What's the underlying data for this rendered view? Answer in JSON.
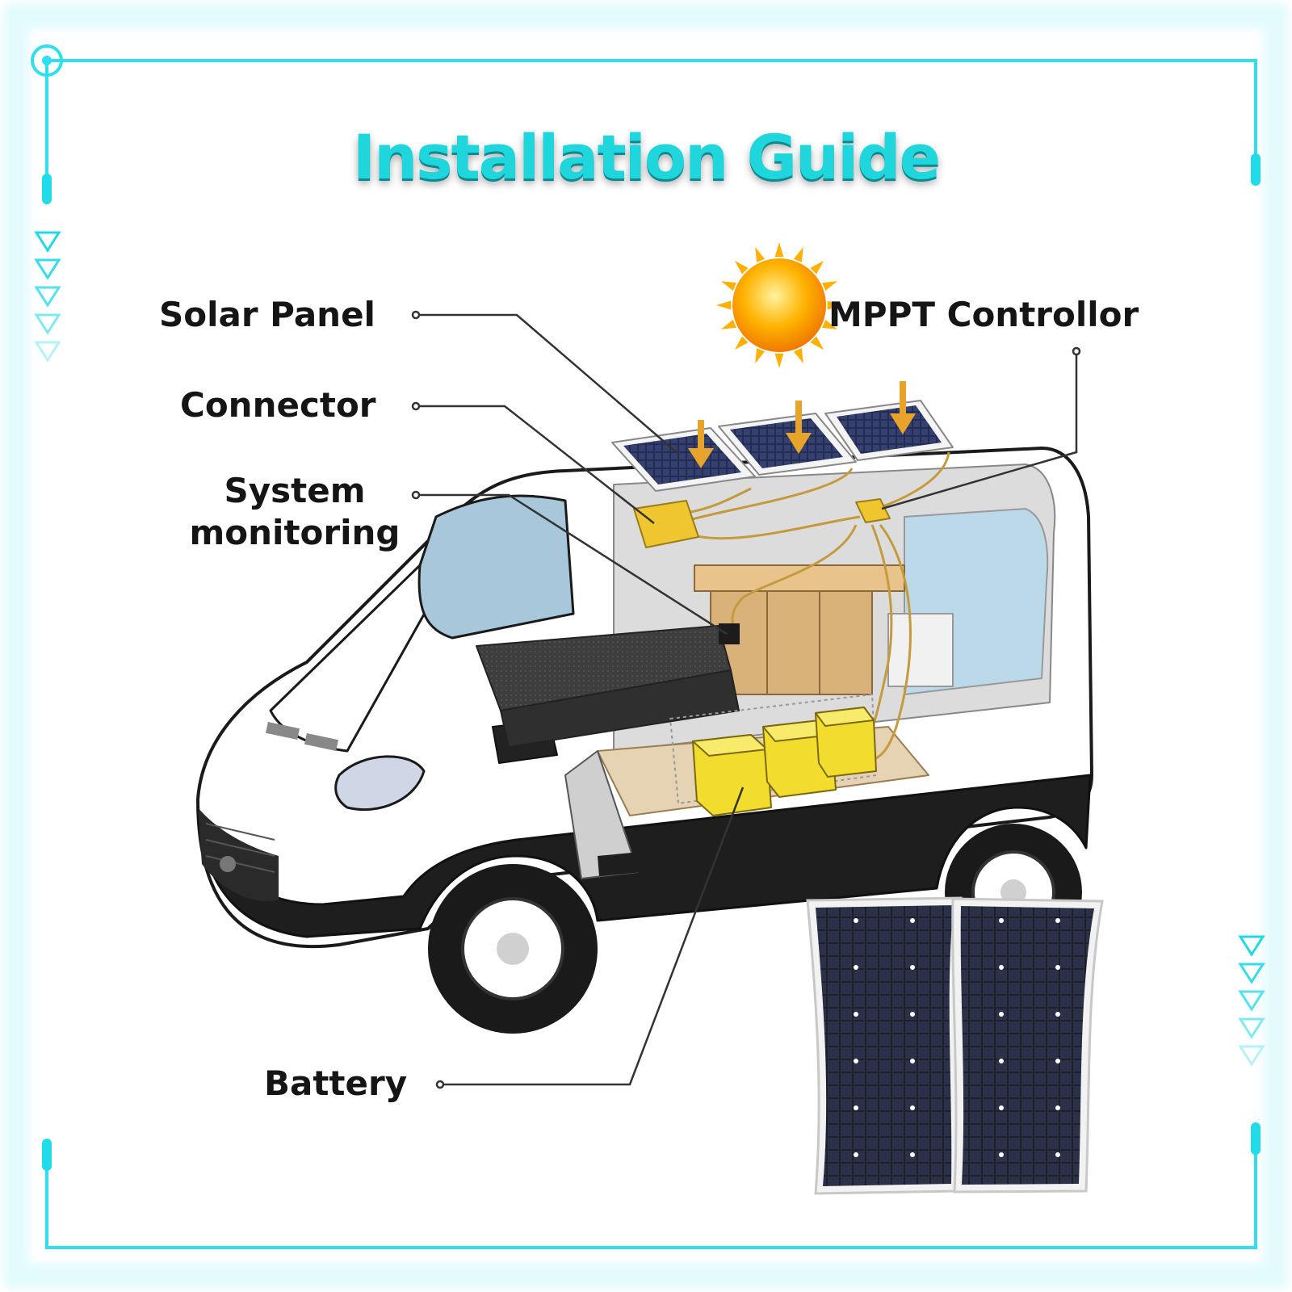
{
  "title": "Installation Guide",
  "labels": {
    "solar_panel": "Solar Panel",
    "mppt_controller": "MPPT Controllor",
    "connector": "Connector",
    "system_monitoring_line1": "System",
    "system_monitoring_line2": "monitoring",
    "battery": "Battery"
  },
  "colors": {
    "frame": "#2fe0ec",
    "title": "#1fd6dc",
    "battery": "#f2dc2e",
    "controller": "#f0c630",
    "arrow": "#e8a32a",
    "sun": "#f6a500",
    "cable": "#c49a3c",
    "van_body": "#ffffff",
    "van_outline": "#1a1a1a"
  },
  "icons": [
    "sun-icon",
    "down-arrow-icon",
    "triangle-marker-icon"
  ]
}
